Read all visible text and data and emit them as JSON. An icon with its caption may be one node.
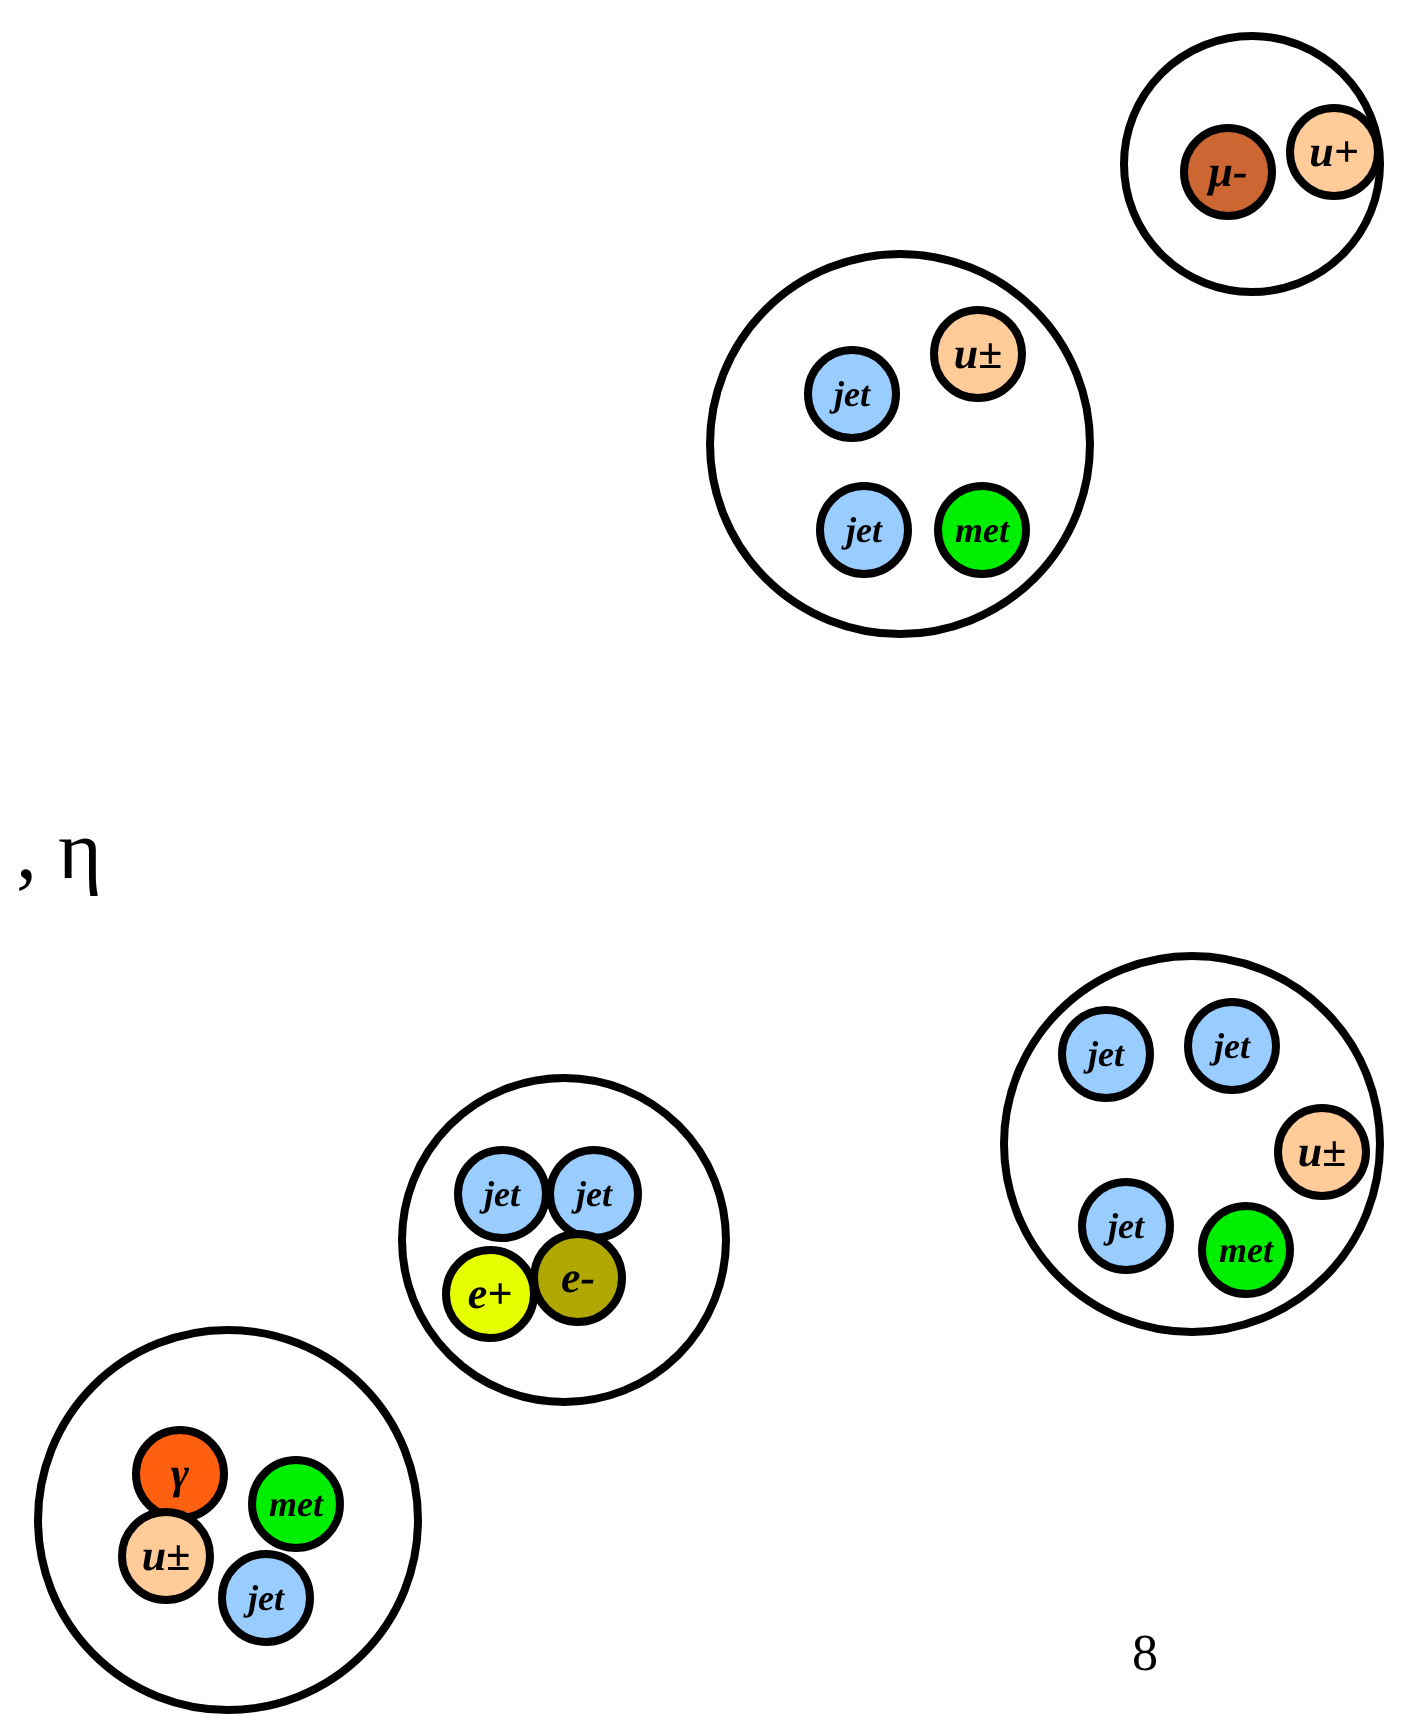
{
  "diagram": {
    "nodes": [
      {
        "text": [],
        "shape": "circle"
      },
      {
        "text": [
          "μ-"
        ],
        "in": 0
      },
      {
        "text": [
          "u+"
        ],
        "in": 0
      },
      {
        "text": [],
        "shape": "circle"
      },
      {
        "text": [
          "jet"
        ],
        "in": 3
      },
      {
        "text": [
          "u±"
        ],
        "in": 3
      },
      {
        "text": [
          "jet"
        ],
        "in": 3
      },
      {
        "text": [
          "met"
        ],
        "in": 3
      },
      {
        "text": [],
        "shape": "circle"
      },
      {
        "text": [
          "jet"
        ],
        "in": 8
      },
      {
        "text": [
          "jet"
        ],
        "in": 8
      },
      {
        "text": [
          "u±"
        ],
        "in": 8
      },
      {
        "text": [
          "jet"
        ],
        "in": 8
      },
      {
        "text": [
          "met"
        ],
        "in": 8
      },
      {
        "text": [],
        "shape": "circle"
      },
      {
        "text": [
          "jet"
        ],
        "in": 14
      },
      {
        "text": [
          "jet"
        ],
        "in": 14
      },
      {
        "text": [
          "e+"
        ],
        "in": 14
      },
      {
        "text": [
          "e-"
        ],
        "in": 14
      },
      {
        "text": [],
        "shape": "circle"
      },
      {
        "text": [
          "γ"
        ],
        "in": 19
      },
      {
        "text": [
          "met"
        ],
        "in": 19
      },
      {
        "text": [
          "u±"
        ],
        "in": 19
      },
      {
        "text": [
          "jet"
        ],
        "in": 19
      }
    ],
    "labels": [
      ", η",
      "8"
    ]
  }
}
